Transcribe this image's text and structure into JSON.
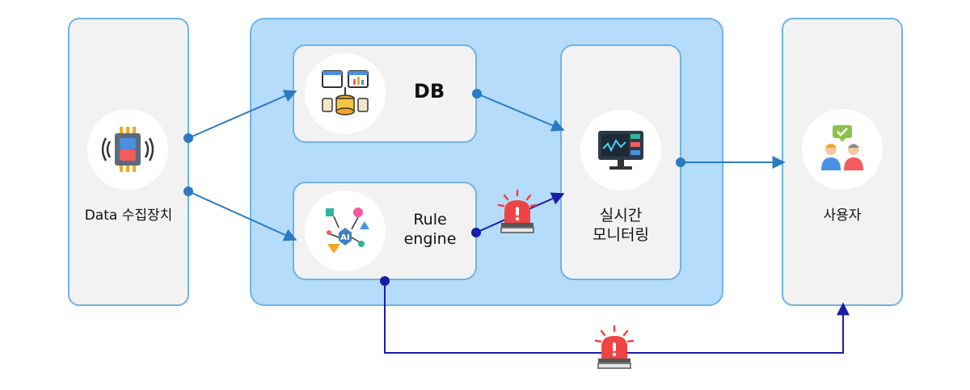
{
  "nodes": {
    "device": {
      "label": "Data 수집장치",
      "icon": "sensor-chip-icon"
    },
    "db": {
      "label": "DB",
      "icon": "database-icon"
    },
    "rule_engine": {
      "label_line1": "Rule",
      "label_line2": "engine",
      "icon": "ai-rule-engine-icon"
    },
    "monitoring": {
      "label_line1": "실시간",
      "label_line2": "모니터링",
      "icon": "monitor-screen-icon"
    },
    "user": {
      "label": "사용자",
      "icon": "users-chat-icon"
    }
  },
  "alerts": [
    {
      "icon": "siren-alarm-icon",
      "attached_to": "rule-engine-to-monitoring"
    },
    {
      "icon": "siren-alarm-icon",
      "attached_to": "rule-engine-to-user"
    }
  ],
  "edges": [
    {
      "from": "device",
      "to": "db",
      "color": "#2a7bc4"
    },
    {
      "from": "device",
      "to": "rule_engine",
      "color": "#2a7bc4"
    },
    {
      "from": "db",
      "to": "monitoring",
      "color": "#2a7bc4"
    },
    {
      "from": "rule_engine",
      "to": "monitoring",
      "color": "#1c1ca8"
    },
    {
      "from": "monitoring",
      "to": "user",
      "color": "#2a7bc4"
    },
    {
      "from": "rule_engine",
      "to": "user",
      "color": "#1c1ca8"
    }
  ],
  "colors": {
    "panel_border": "#6fb3e6",
    "group_fill": "#b5dcfb",
    "alert_red": "#f04343"
  }
}
